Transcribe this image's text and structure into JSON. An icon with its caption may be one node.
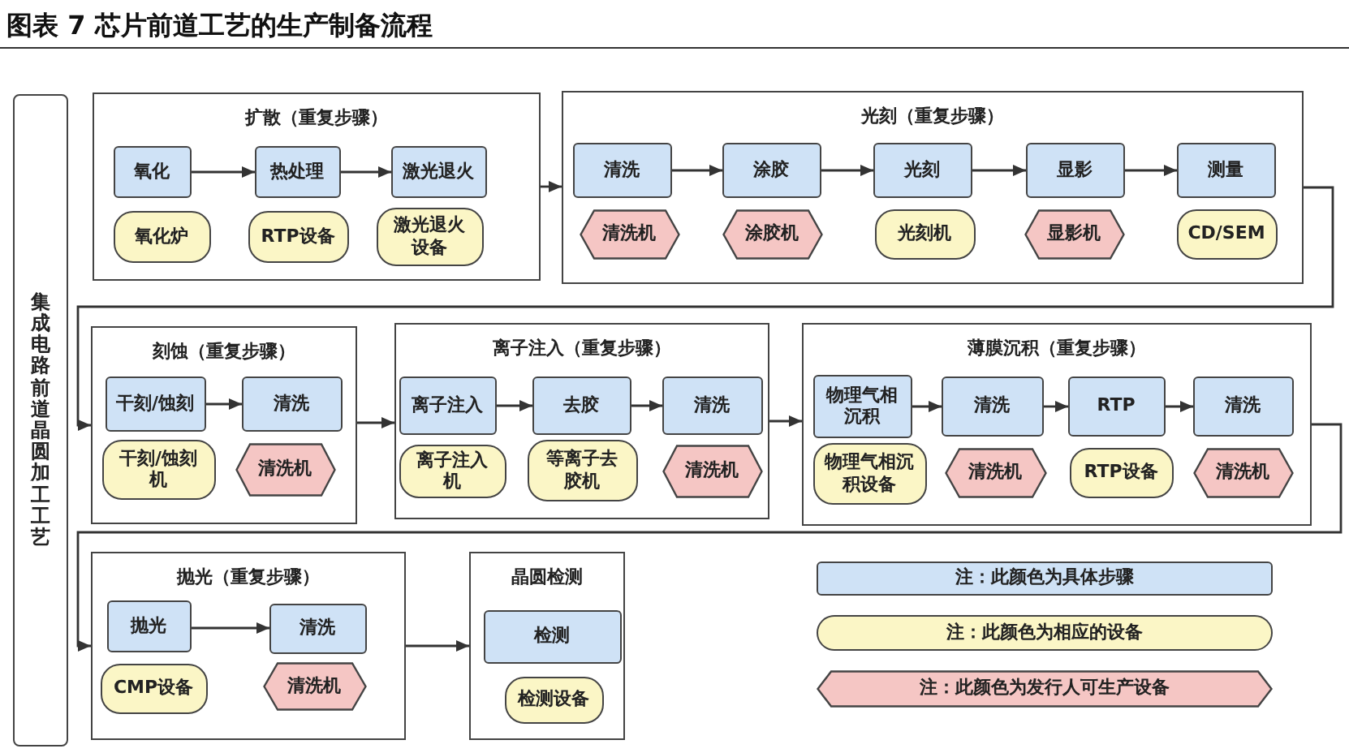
{
  "diagram": {
    "title": "图表 7 芯片前道工艺的生产制备流程",
    "nodes": [
      {
        "text": [
          "集成电路前道晶圆加工工艺"
        ]
      },
      {
        "text": [
          "扩散（重复步骤）"
        ]
      },
      {
        "text": [
          "氧化"
        ],
        "in": 1
      },
      {
        "text": [
          "热处理"
        ],
        "in": 1
      },
      {
        "text": [
          "激光退火"
        ],
        "in": 1
      },
      {
        "text": [
          "氧化炉"
        ],
        "in": 1
      },
      {
        "text": [
          "RTP设备"
        ],
        "in": 1
      },
      {
        "text": [
          "激光退火设备"
        ],
        "in": 1
      },
      {
        "text": [
          "光刻（重复步骤）"
        ]
      },
      {
        "text": [
          "清洗"
        ],
        "in": 8
      },
      {
        "text": [
          "涂胶"
        ],
        "in": 8
      },
      {
        "text": [
          "光刻"
        ],
        "in": 8
      },
      {
        "text": [
          "显影"
        ],
        "in": 8
      },
      {
        "text": [
          "测量"
        ],
        "in": 8
      },
      {
        "text": [
          "清洗机"
        ],
        "in": 8
      },
      {
        "text": [
          "涂胶机"
        ],
        "in": 8
      },
      {
        "text": [
          "光刻机"
        ],
        "in": 8
      },
      {
        "text": [
          "显影机"
        ],
        "in": 8
      },
      {
        "text": [
          "CD/SEM"
        ],
        "in": 8
      },
      {
        "text": [
          "刻蚀（重复步骤）"
        ]
      },
      {
        "text": [
          "干刻/蚀刻"
        ],
        "in": 19
      },
      {
        "text": [
          "清洗"
        ],
        "in": 19
      },
      {
        "text": [
          "干刻/蚀刻机"
        ],
        "in": 19
      },
      {
        "text": [
          "清洗机"
        ],
        "in": 19
      },
      {
        "text": [
          "离子注入（重复步骤）"
        ]
      },
      {
        "text": [
          "离子注入"
        ],
        "in": 24
      },
      {
        "text": [
          "去胶"
        ],
        "in": 24
      },
      {
        "text": [
          "清洗"
        ],
        "in": 24
      },
      {
        "text": [
          "离子注入机"
        ],
        "in": 24
      },
      {
        "text": [
          "等离子去胶机"
        ],
        "in": 24
      },
      {
        "text": [
          "清洗机"
        ],
        "in": 24
      },
      {
        "text": [
          "薄膜沉积（重复步骤）"
        ]
      },
      {
        "text": [
          "物理气相沉积"
        ],
        "in": 31
      },
      {
        "text": [
          "清洗"
        ],
        "in": 31
      },
      {
        "text": [
          "RTP"
        ],
        "in": 31
      },
      {
        "text": [
          "清洗"
        ],
        "in": 31
      },
      {
        "text": [
          "物理气相沉积设备"
        ],
        "in": 31
      },
      {
        "text": [
          "清洗机"
        ],
        "in": 31
      },
      {
        "text": [
          "RTP设备"
        ],
        "in": 31
      },
      {
        "text": [
          "清洗机"
        ],
        "in": 31
      },
      {
        "text": [
          "抛光（重复步骤）"
        ]
      },
      {
        "text": [
          "抛光"
        ],
        "in": 40
      },
      {
        "text": [
          "清洗"
        ],
        "in": 40
      },
      {
        "text": [
          "CMP设备"
        ],
        "in": 40
      },
      {
        "text": [
          "清洗机"
        ],
        "in": 40
      },
      {
        "text": [
          "晶圆检测"
        ]
      },
      {
        "text": [
          "检测"
        ],
        "in": 45
      },
      {
        "text": [
          "检测设备"
        ],
        "in": 45
      }
    ],
    "edges": [
      {
        "from": 2,
        "to": 3,
        "arrow": "to"
      },
      {
        "from": 3,
        "to": 4,
        "arrow": "to"
      },
      {
        "from": 1,
        "to": 8,
        "arrow": "to"
      },
      {
        "from": 9,
        "to": 10,
        "arrow": "to"
      },
      {
        "from": 10,
        "to": 11,
        "arrow": "to"
      },
      {
        "from": 11,
        "to": 12,
        "arrow": "to"
      },
      {
        "from": 12,
        "to": 13,
        "arrow": "to"
      },
      {
        "from": 8,
        "to": 19,
        "arrow": "to"
      },
      {
        "from": 20,
        "to": 21,
        "arrow": "to"
      },
      {
        "from": 19,
        "to": 24,
        "arrow": "to"
      },
      {
        "from": 25,
        "to": 26,
        "arrow": "to"
      },
      {
        "from": 26,
        "to": 27,
        "arrow": "to"
      },
      {
        "from": 24,
        "to": 31,
        "arrow": "to"
      },
      {
        "from": 32,
        "to": 33,
        "arrow": "to"
      },
      {
        "from": 33,
        "to": 34,
        "arrow": "to"
      },
      {
        "from": 34,
        "to": 35,
        "arrow": "to"
      },
      {
        "from": 31,
        "to": 40,
        "arrow": "to"
      },
      {
        "from": 41,
        "to": 42,
        "arrow": "to"
      },
      {
        "from": 40,
        "to": 45,
        "arrow": "to"
      }
    ],
    "legend": [
      {
        "text": "注：此颜色为具体步骤",
        "color": "#cfe2f6"
      },
      {
        "text": "注：此颜色为相应的设备",
        "color": "#fbf6c6"
      },
      {
        "text": "注：此颜色为发行人可生产设备",
        "color": "#f5c6c4"
      }
    ]
  }
}
